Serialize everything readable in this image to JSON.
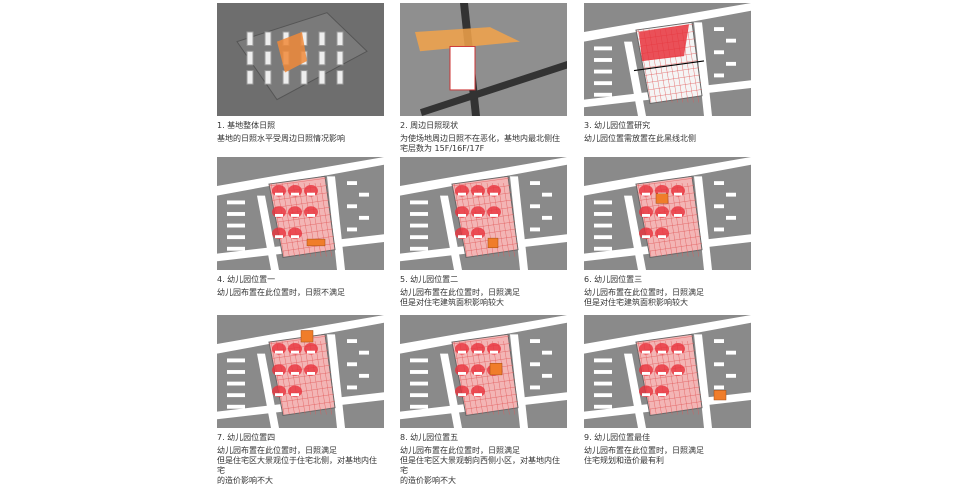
{
  "panels": [
    {
      "title": "1. 基地整体日照",
      "desc": "基地的日照水平受周边日照情况影响"
    },
    {
      "title": "2. 周边日照现状",
      "desc": "为使场地周边日照不在恶化，基地内最北侧住\n宅层数为 15F/16F/17F"
    },
    {
      "title": "3. 幼儿园位置研究",
      "desc": "幼儿园位置需放置在此黑线北侧"
    },
    {
      "title": "4. 幼儿园位置一",
      "desc": "幼儿园布置在此位置时，日照不满足"
    },
    {
      "title": "5. 幼儿园位置二",
      "desc": "幼儿园布置在此位置时，日照满足\n但是对住宅建筑面积影响较大"
    },
    {
      "title": "6. 幼儿园位置三",
      "desc": "幼儿园布置在此位置时，日照满足\n但是对住宅建筑面积影响较大"
    },
    {
      "title": "7. 幼儿园位置四",
      "desc": "幼儿园布置在此位置时，日照满足\n但是住宅区大景观位于住宅北侧，对基地内住宅\n的造价影响不大"
    },
    {
      "title": "8. 幼儿园位置五",
      "desc": "幼儿园布置在此位置时，日照满足\n但是住宅区大景观朝向西侧小区，对基地内住宅\n的造价影响不大"
    },
    {
      "title": "9. 幼儿园位置最佳",
      "desc": "幼儿园布置在此位置时，日照满足\n住宅规划和造价最有利"
    }
  ],
  "colors": {
    "road": "#ffffff",
    "block": "#8a8a8a",
    "sun": "#e8323c",
    "kindergarten": "#f07d2a"
  }
}
